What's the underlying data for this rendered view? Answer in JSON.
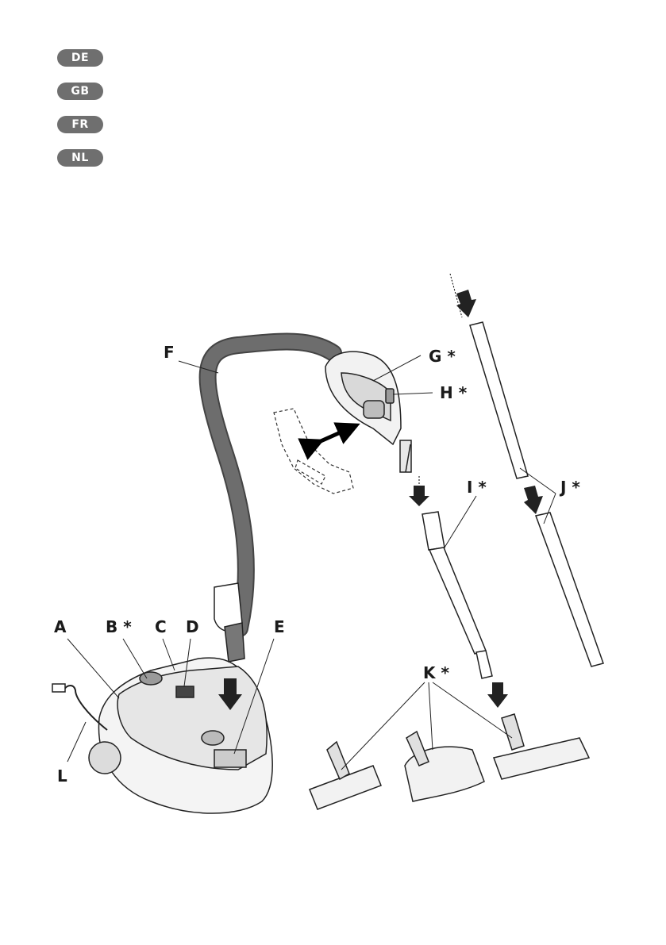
{
  "languages": [
    "DE",
    "GB",
    "FR",
    "NL"
  ],
  "labels": {
    "A": "A",
    "B": "B *",
    "C": "C",
    "D": "D",
    "E": "E",
    "F": "F",
    "G": "G *",
    "H": "H *",
    "I": "I *",
    "J": "J *",
    "K": "K *",
    "L": "L"
  }
}
